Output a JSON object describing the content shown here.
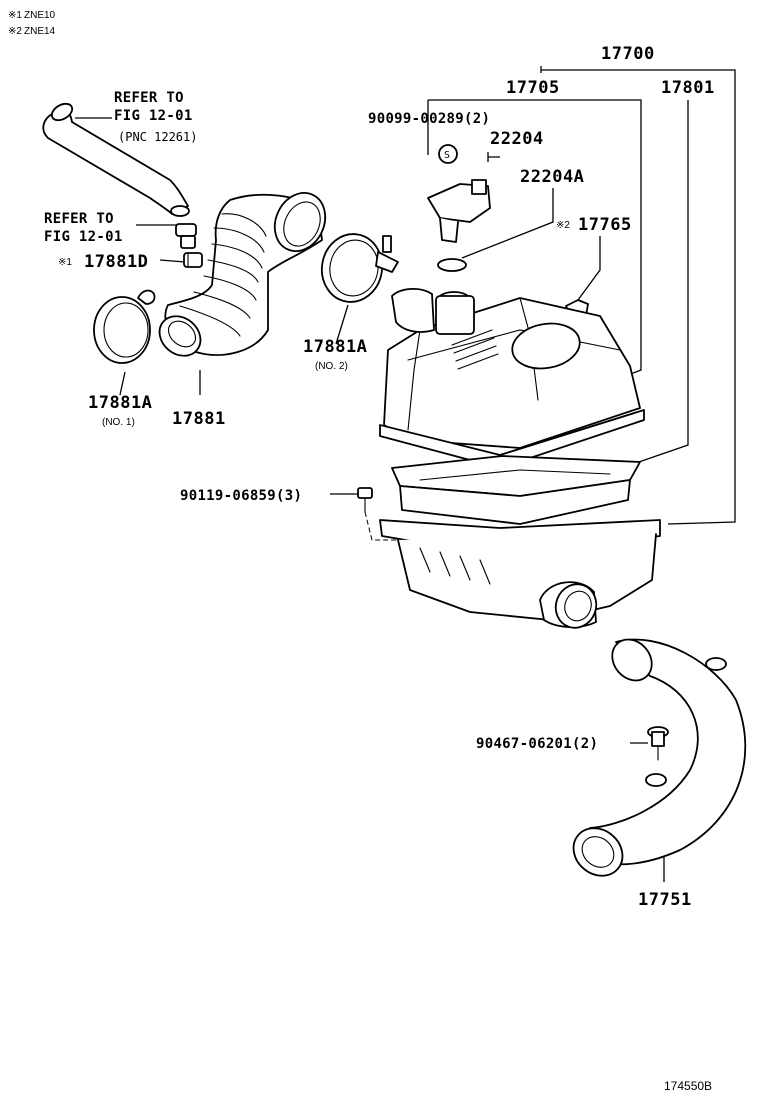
{
  "notes": [
    {
      "mark": "※1",
      "text": "ZNE10"
    },
    {
      "mark": "※2",
      "text": "ZNE14"
    }
  ],
  "labels": {
    "p17700": "17700",
    "p17705": "17705",
    "p17801": "17801",
    "p90099": "90099-00289(2)",
    "s_mark": "S",
    "p22204": "22204",
    "p22204a": "22204A",
    "mark2": "※2",
    "p17765": "17765",
    "refer1_line1": "REFER TO",
    "refer1_line2": "FIG 12-01",
    "refer1_line3": "(PNC 12261)",
    "refer2_line1": "REFER TO",
    "refer2_line2": "FIG 12-01",
    "mark1": "※1",
    "p17881d": "17881D",
    "p17881a_no2": "17881A",
    "no2": "(NO. 2)",
    "p17881a_no1": "17881A",
    "no1": "(NO. 1)",
    "p17881": "17881",
    "p90119": "90119-06859(3)",
    "p90467": "90467-06201(2)",
    "p17751": "17751"
  },
  "footer": {
    "code": "174550B"
  }
}
